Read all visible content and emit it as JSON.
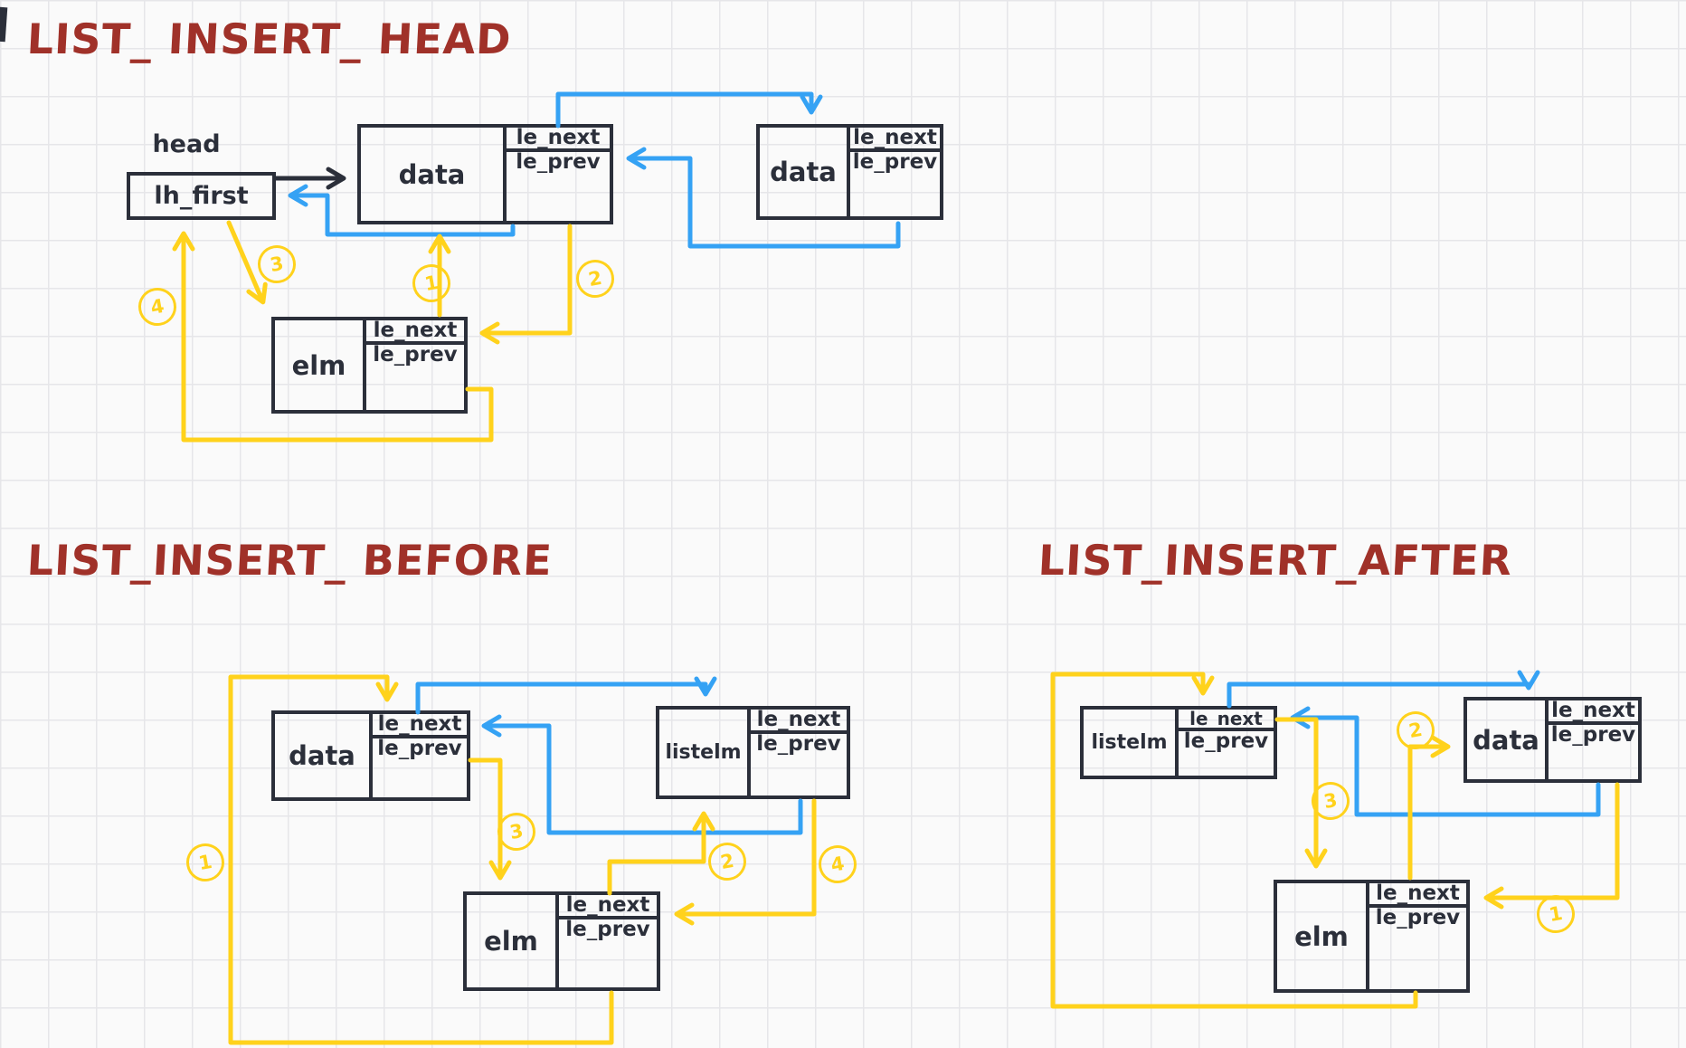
{
  "colors": {
    "ink": "#2b2f3a",
    "red": "#a03129",
    "blue": "#35a2f4",
    "yellow": "#ffd21c"
  },
  "insert_head": {
    "title": "LIST_ INSERT_ HEAD",
    "head_caption": "head",
    "nodes": {
      "head": {
        "title": "lh_first"
      },
      "first": {
        "title": "data",
        "next": "le_next",
        "prev": "le_prev"
      },
      "second": {
        "title": "data",
        "next": "le_next",
        "prev": "le_prev"
      },
      "elm": {
        "title": "elm",
        "next": "le_next",
        "prev": "le_prev"
      }
    },
    "steps": [
      "1",
      "2",
      "3",
      "4"
    ]
  },
  "insert_before": {
    "title": "LIST_INSERT_ BEFORE",
    "nodes": {
      "prev": {
        "title": "data",
        "next": "le_next",
        "prev": "le_prev"
      },
      "listelm": {
        "title": "listelm",
        "next": "le_next",
        "prev": "le_prev"
      },
      "elm": {
        "title": "elm",
        "next": "le_next",
        "prev": "le_prev"
      }
    },
    "steps": [
      "1",
      "2",
      "3",
      "4"
    ]
  },
  "insert_after": {
    "title": "LIST_INSERT_AFTER",
    "nodes": {
      "listelm": {
        "title": "listelm",
        "next": "le_next",
        "prev": "le_prev"
      },
      "next": {
        "title": "data",
        "next": "le_next",
        "prev": "le_prev"
      },
      "elm": {
        "title": "elm",
        "next": "le_next",
        "prev": "le_prev"
      }
    },
    "steps": [
      "1",
      "2",
      "3"
    ]
  }
}
